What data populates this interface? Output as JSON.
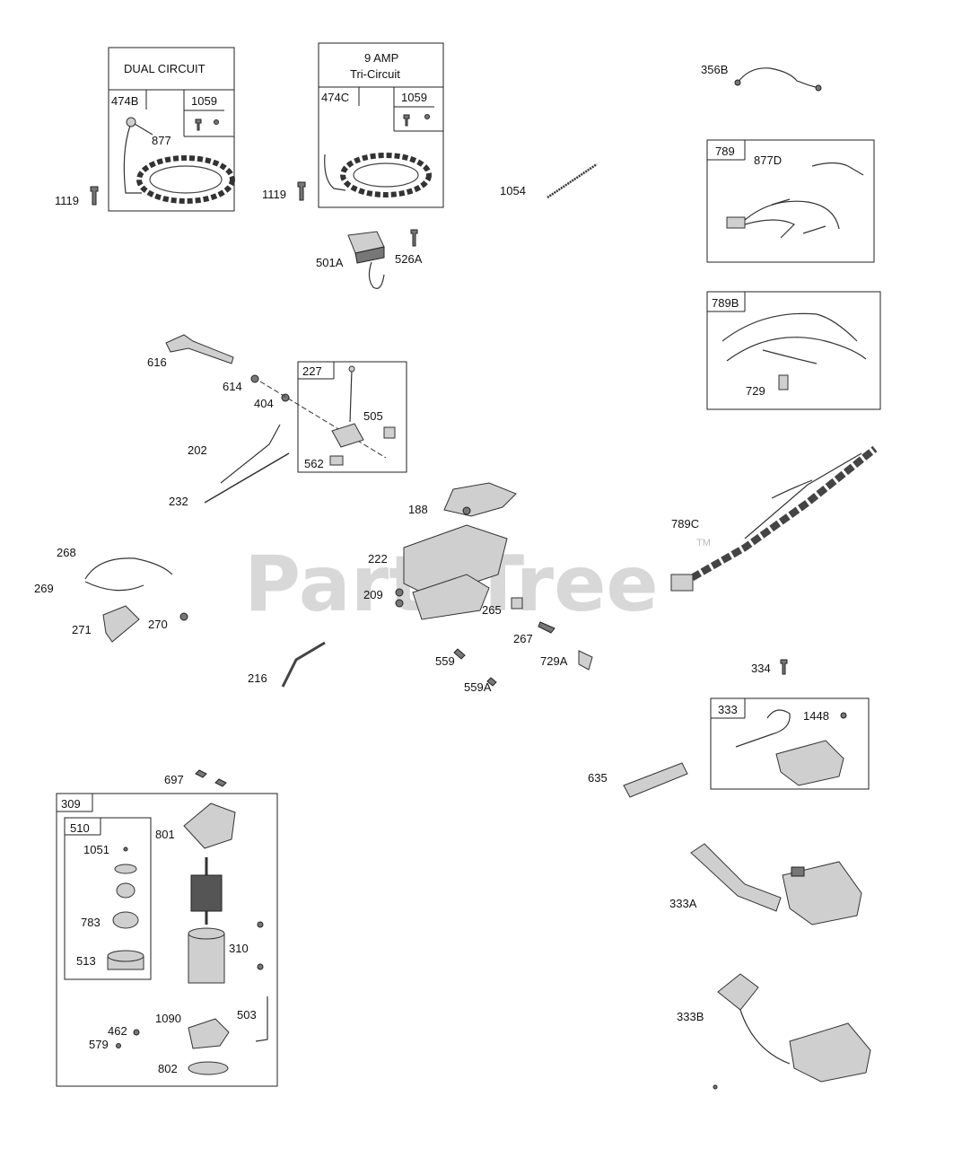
{
  "watermark": {
    "text": "PartsTree",
    "trademark": "TM"
  },
  "boxes": {
    "dual_circuit": {
      "title": "DUAL CIRCUIT",
      "left_tag": "474B",
      "right_tag": "1059"
    },
    "tri_circuit": {
      "title_line1": "9  AMP",
      "title_line2": "Tri-Circuit",
      "left_tag": "474C",
      "right_tag": "1059"
    },
    "b227": {
      "tag": "227"
    },
    "b789": {
      "tag": "789"
    },
    "b789b": {
      "tag": "789B"
    },
    "b333": {
      "tag": "333"
    },
    "b309": {
      "tag": "309"
    },
    "b510": {
      "tag": "510"
    }
  },
  "labels": {
    "l877": "877",
    "l1119a": "1119",
    "l1119b": "1119",
    "l356b": "356B",
    "l877d": "877D",
    "l1054": "1054",
    "l501a": "501A",
    "l526a": "526A",
    "l729": "729",
    "l616": "616",
    "l614": "614",
    "l404": "404",
    "l505": "505",
    "l562": "562",
    "l202": "202",
    "l232": "232",
    "l188": "188",
    "l789c": "789C",
    "l268": "268",
    "l269": "269",
    "l222": "222",
    "l209": "209",
    "l265": "265",
    "l267": "267",
    "l271": "271",
    "l270": "270",
    "l216": "216",
    "l559": "559",
    "l729a": "729A",
    "l559a": "559A",
    "l334": "334",
    "l1448": "1448",
    "l635": "635",
    "l697": "697",
    "l801": "801",
    "l1051": "1051",
    "l783": "783",
    "l513": "513",
    "l310": "310",
    "l503": "503",
    "l1090": "1090",
    "l462": "462",
    "l579": "579",
    "l802": "802",
    "l333a": "333A",
    "l333b": "333B"
  }
}
